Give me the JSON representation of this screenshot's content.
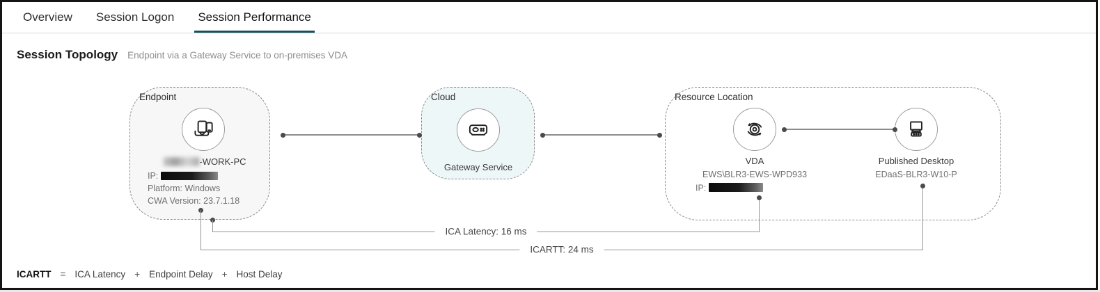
{
  "tabs": {
    "items": [
      {
        "label": "Overview",
        "active": false
      },
      {
        "label": "Session Logon",
        "active": false
      },
      {
        "label": "Session Performance",
        "active": true
      }
    ]
  },
  "section": {
    "title": "Session Topology",
    "subtitle": "Endpoint via a Gateway Service to on-premises VDA"
  },
  "topology": {
    "endpoint": {
      "group_label": "Endpoint",
      "icon": "devices-icon",
      "name_prefix": "redacted-blur",
      "name_suffix": "-WORK-PC",
      "ip_label": "IP:",
      "ip_value": "redacted-black-bar",
      "platform": "Platform: Windows",
      "cwa_version": "CWA Version: 23.7.1.18"
    },
    "cloud": {
      "group_label": "Cloud",
      "icon": "gateway-icon",
      "node_label": "Gateway Service"
    },
    "resource_location": {
      "group_label": "Resource Location",
      "vda": {
        "icon": "vda-icon",
        "node_label": "VDA",
        "machine": "EWS\\BLR3-EWS-WPD933",
        "ip_label": "IP:",
        "ip_value": "redacted-black-bar"
      },
      "published_desktop": {
        "icon": "desktop-icon",
        "node_label": "Published Desktop",
        "machine": "EDaaS-BLR3-W10-P"
      }
    },
    "metrics": {
      "ica_latency": "ICA Latency: 16 ms",
      "icartt": "ICARTT: 24 ms"
    }
  },
  "formula": {
    "term": "ICARTT",
    "equals": "=",
    "operand1": "ICA Latency",
    "plus1": "+",
    "operand2": "Endpoint Delay",
    "plus2": "+",
    "operand3": "Host Delay"
  },
  "colors": {
    "accent_teal": "#15505c",
    "endpoint_bg": "#f7f7f7",
    "cloud_bg": "#eef7f8",
    "line_gray": "#8c8c8c"
  }
}
